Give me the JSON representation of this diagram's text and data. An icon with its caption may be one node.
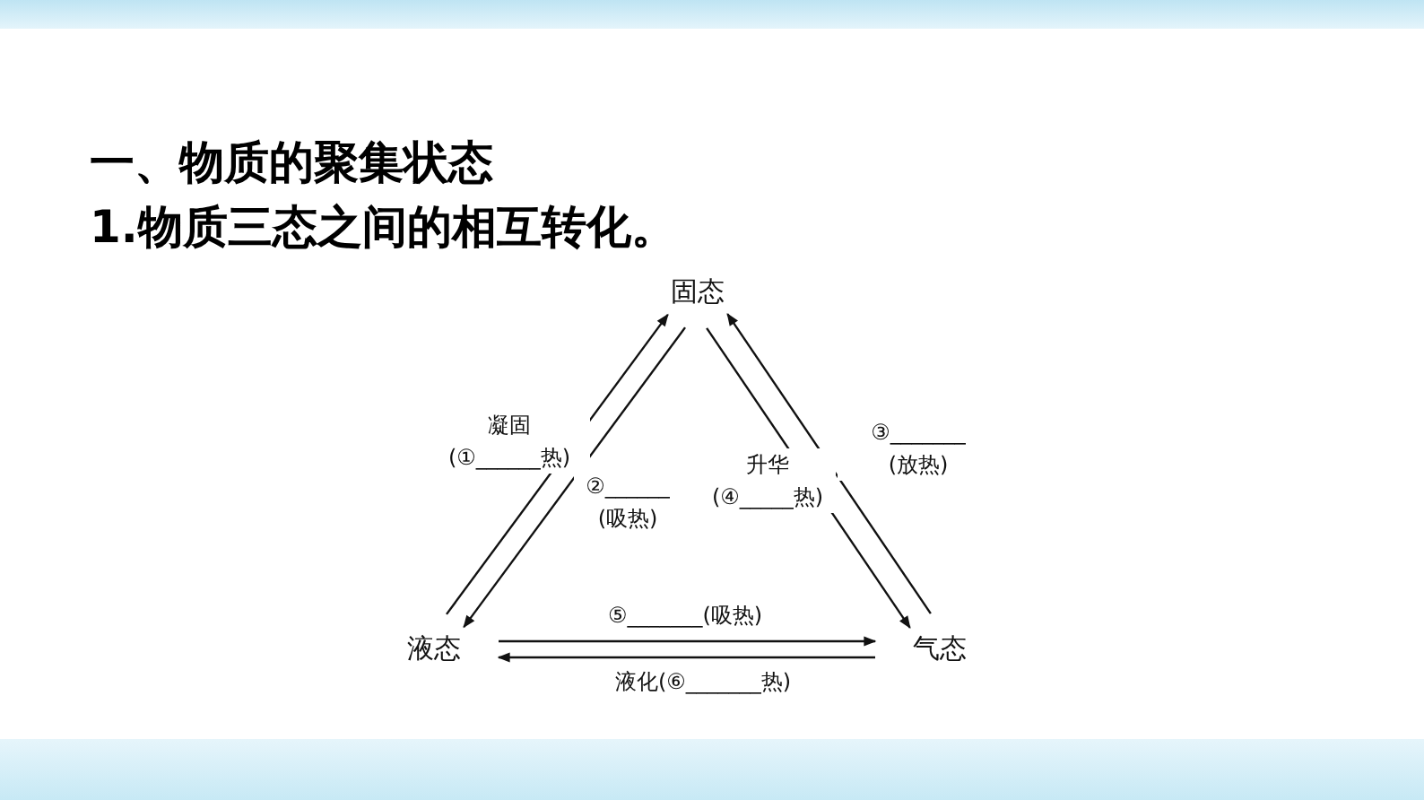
{
  "diagram": {
    "title": "一、物质的聚集状态",
    "nodes": [
      {
        "text": [
          "固态"
        ]
      },
      {
        "text": [
          "液态"
        ]
      },
      {
        "text": [
          "气态"
        ]
      }
    ],
    "edges": [
      {
        "from": 1,
        "to": 0,
        "arrow": "to",
        "label": "凝固 (①______热)"
      },
      {
        "from": 0,
        "to": 1,
        "arrow": "to",
        "label": "②______ (吸热)"
      },
      {
        "from": 0,
        "to": 2,
        "arrow": "to",
        "label": "升华 (④_____热)"
      },
      {
        "from": 2,
        "to": 0,
        "arrow": "to",
        "label": "③_______ (放热)"
      },
      {
        "from": 1,
        "to": 2,
        "arrow": "to",
        "label": "⑤_______(吸热)"
      },
      {
        "from": 2,
        "to": 1,
        "arrow": "to",
        "label": "液化(⑥_______热)"
      }
    ],
    "labels": [
      "1.物质三态之间的相互转化。"
    ]
  }
}
